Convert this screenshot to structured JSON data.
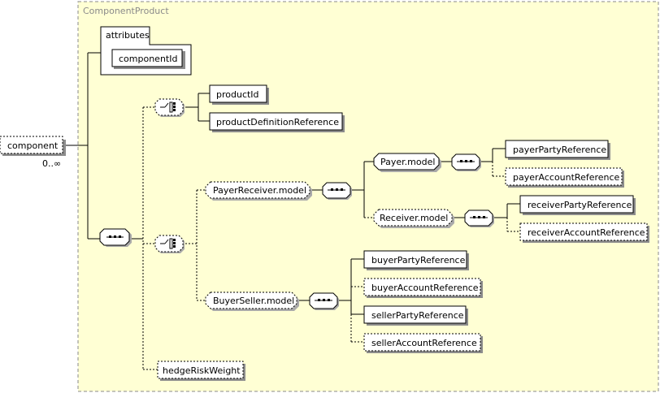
{
  "diagram": {
    "title": "ComponentProduct",
    "root": {
      "label": "component",
      "multiplicity": "0..∞"
    },
    "attributes": {
      "header": "attributes",
      "items": [
        "componentId"
      ]
    },
    "elements": {
      "productId": "productId",
      "productDefinitionReference": "productDefinitionReference",
      "payerReceiverModel": "PayerReceiver.model",
      "payerModel": "Payer.model",
      "payerPartyReference": "payerPartyReference",
      "payerAccountReference": "payerAccountReference",
      "receiverModel": "Receiver.model",
      "receiverPartyReference": "receiverPartyReference",
      "receiverAccountReference": "receiverAccountReference",
      "buyerSellerModel": "BuyerSeller.model",
      "buyerPartyReference": "buyerPartyReference",
      "buyerAccountReference": "buyerAccountReference",
      "sellerPartyReference": "sellerPartyReference",
      "sellerAccountReference": "sellerAccountReference",
      "hedgeRiskWeight": "hedgeRiskWeight"
    },
    "icons": [
      "sequence-compositor-icon",
      "choice-compositor-icon"
    ],
    "colors": {
      "frame_fill": "#ffffd4",
      "frame_border": "#8a8a8a",
      "shadow": "#8c8c8c"
    }
  }
}
